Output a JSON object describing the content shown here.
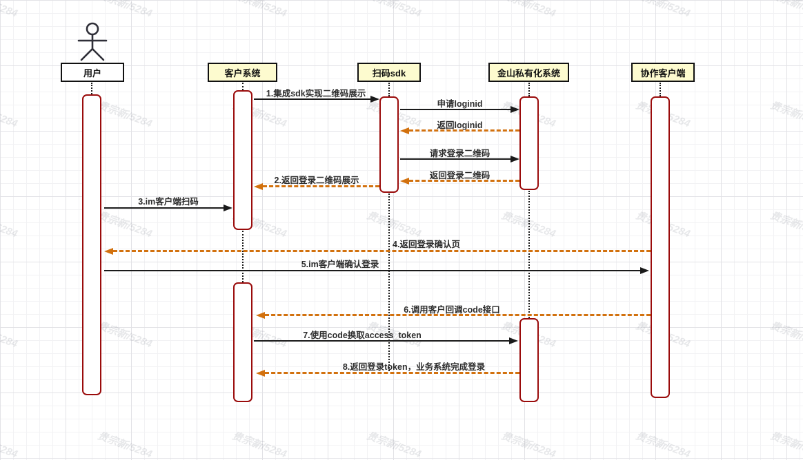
{
  "diagram": {
    "watermark": "贵宗新/5284",
    "actors": [
      {
        "name": "用户",
        "type": "actor"
      },
      {
        "name": "客户系统",
        "type": "participant"
      },
      {
        "name": "扫码sdk",
        "type": "participant"
      },
      {
        "name": "金山私有化系统",
        "type": "participant"
      },
      {
        "name": "协作客户端",
        "type": "participant"
      }
    ],
    "messages": [
      {
        "label": "1.集成sdk实现二维码展示",
        "from": "客户系统",
        "to": "扫码sdk",
        "style": "solid"
      },
      {
        "label": "申请loginid",
        "from": "扫码sdk",
        "to": "金山私有化系统",
        "style": "solid"
      },
      {
        "label": "返回loginid",
        "from": "金山私有化系统",
        "to": "扫码sdk",
        "style": "dashed"
      },
      {
        "label": "请求登录二维码",
        "from": "扫码sdk",
        "to": "金山私有化系统",
        "style": "solid"
      },
      {
        "label": "返回登录二维码",
        "from": "金山私有化系统",
        "to": "扫码sdk",
        "style": "dashed"
      },
      {
        "label": "2.返回登录二维码展示",
        "from": "扫码sdk",
        "to": "客户系统",
        "style": "dashed"
      },
      {
        "label": "3.im客户端扫码",
        "from": "用户",
        "to": "客户系统",
        "style": "solid"
      },
      {
        "label": "4.返回登录确认页",
        "from": "协作客户端",
        "to": "用户",
        "style": "dashed"
      },
      {
        "label": "5.im客户端确认登录",
        "from": "用户",
        "to": "协作客户端",
        "style": "solid"
      },
      {
        "label": "6.调用客户回调code接口",
        "from": "协作客户端",
        "to": "客户系统",
        "style": "dashed"
      },
      {
        "label": "7.使用code换取access_token",
        "from": "客户系统",
        "to": "金山私有化系统",
        "style": "solid"
      },
      {
        "label": "8.返回登录token，业务系统完成登录",
        "from": "金山私有化系统",
        "to": "客户系统",
        "style": "dashed"
      }
    ],
    "colors": {
      "participant_fill": "#FDFBCF",
      "participant_border": "#111111",
      "activation_border": "#9A0B0B",
      "solid_arrow": "#1A1A1A",
      "dashed_arrow": "#D2710E",
      "label_text": "#2D2D2D"
    }
  }
}
